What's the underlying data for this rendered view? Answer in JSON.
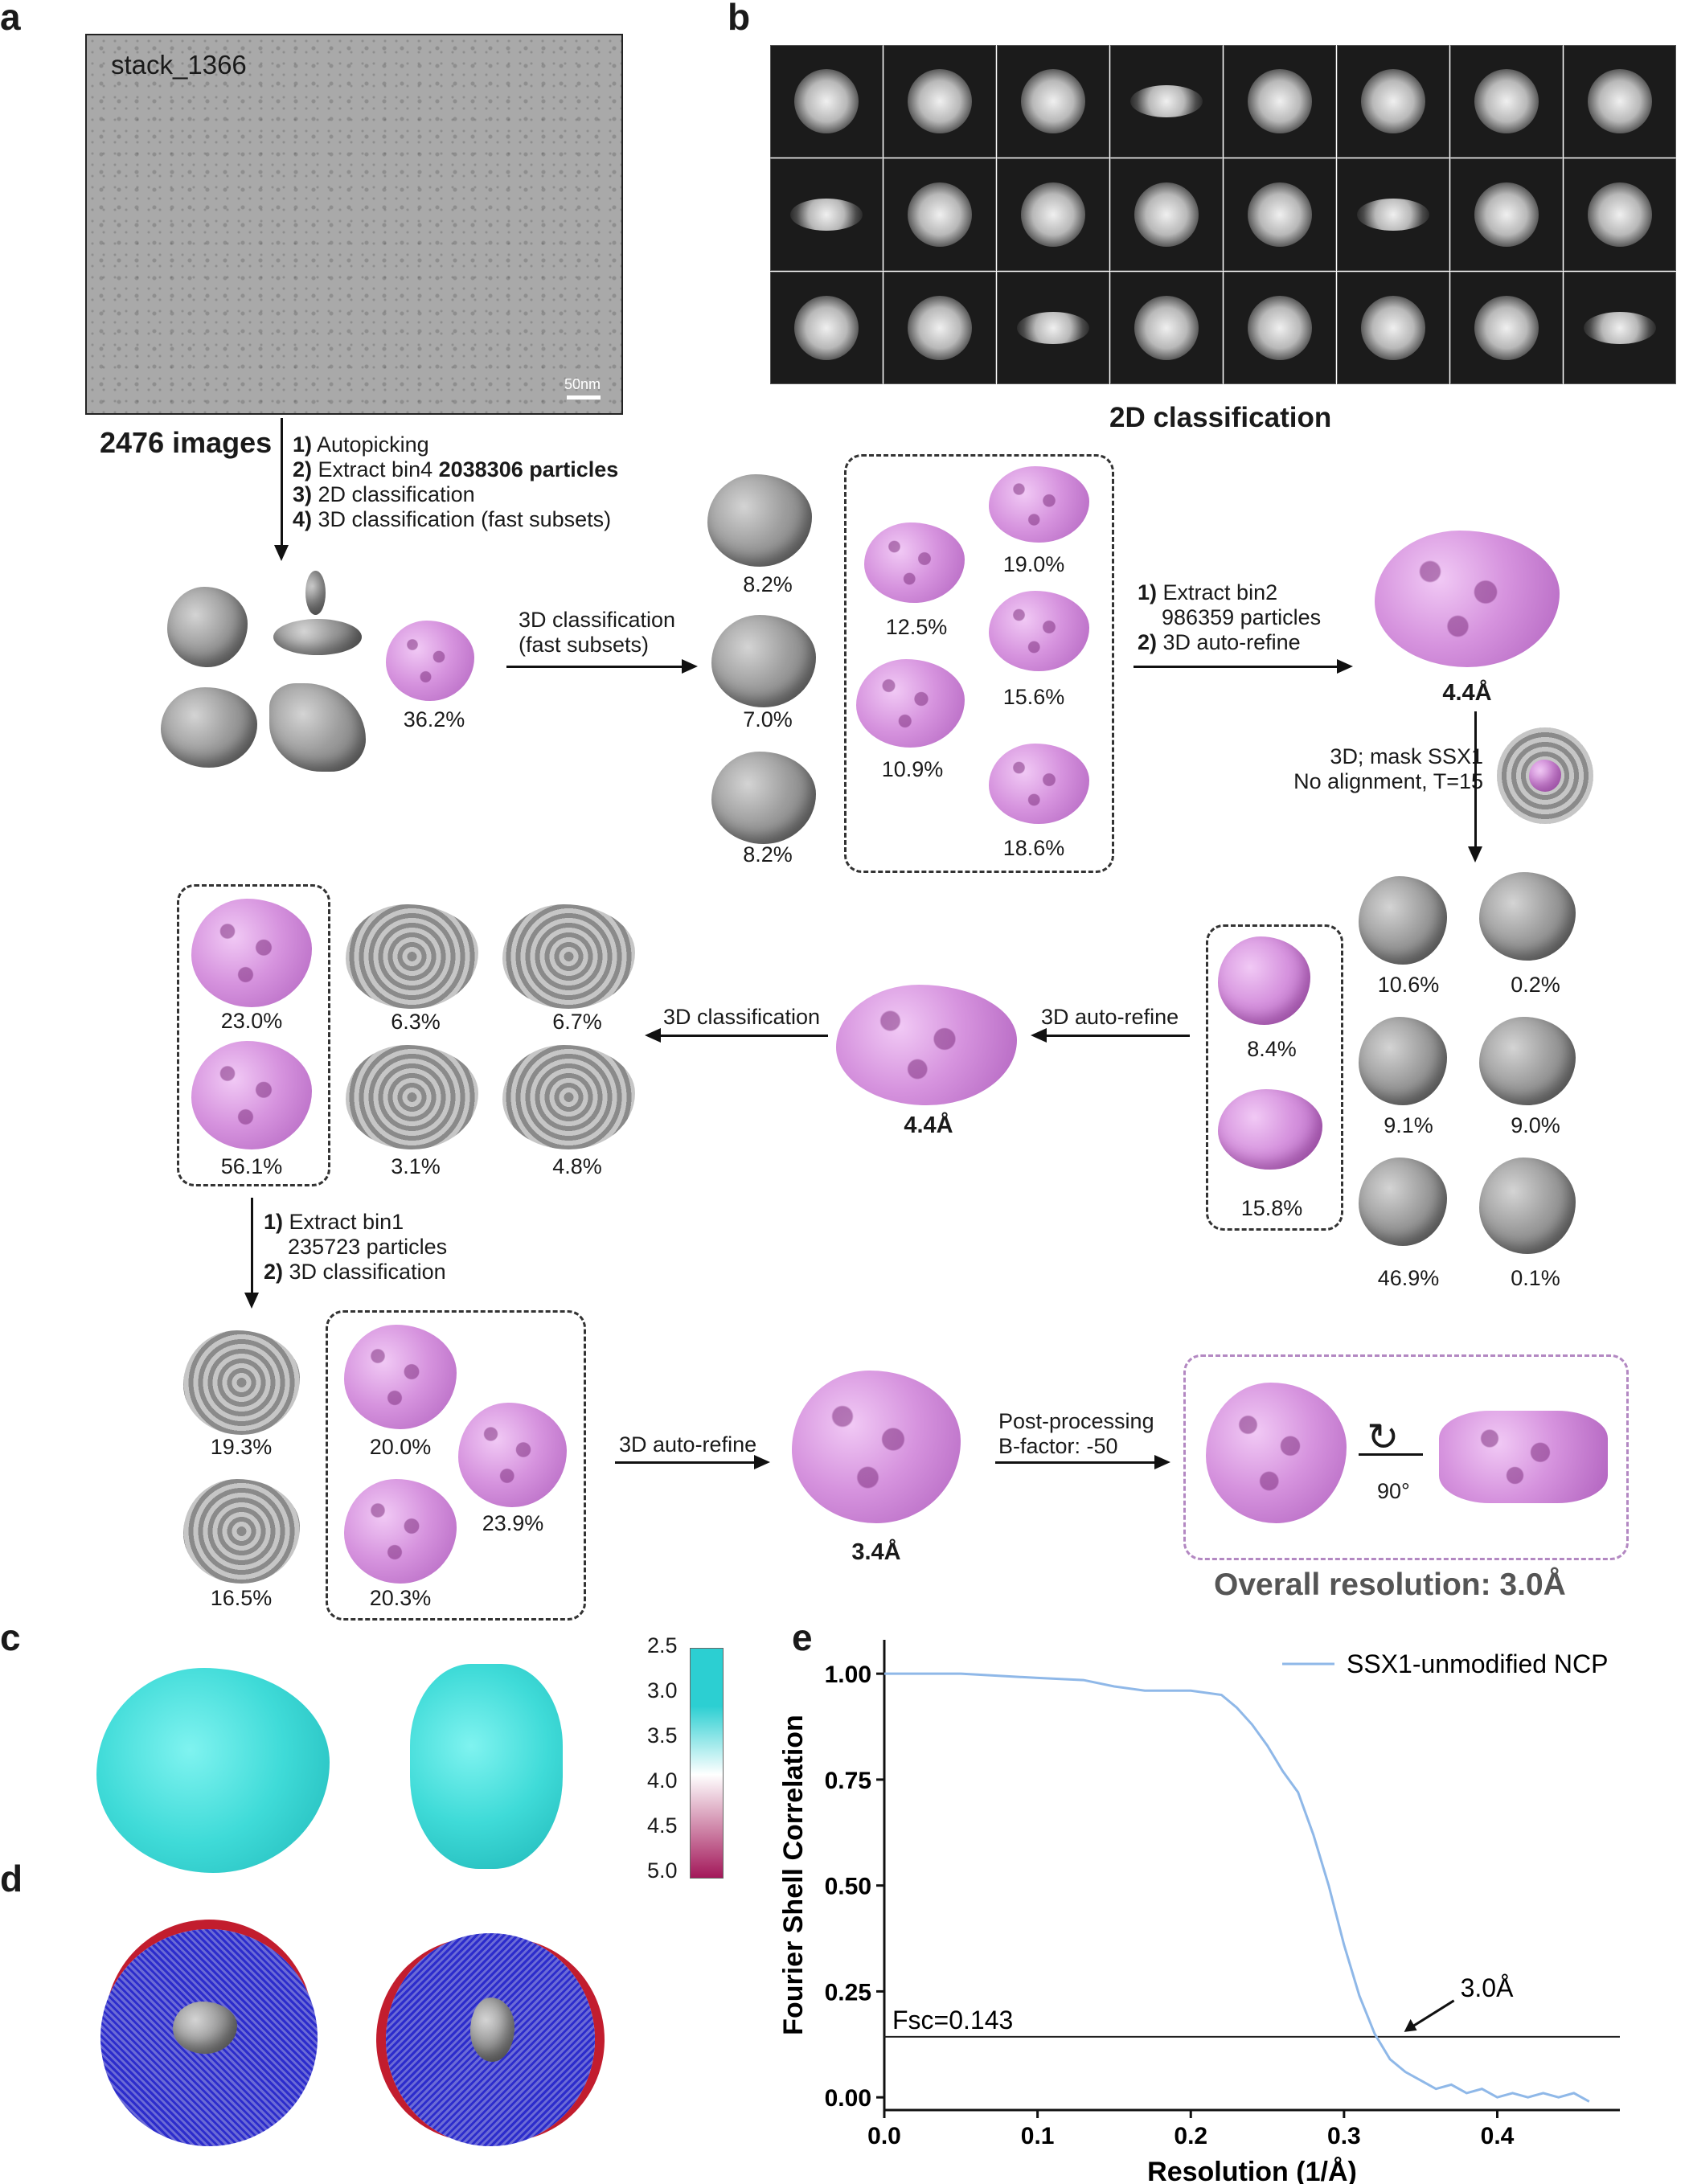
{
  "panels": {
    "a": "a",
    "b": "b",
    "c": "c",
    "d": "d",
    "e": "e"
  },
  "micrograph": {
    "label": "stack_1366",
    "scale_bar": "50nm"
  },
  "flow": {
    "images_count": "2476 images",
    "steps1": [
      {
        "num": "1)",
        "text": "Autopicking"
      },
      {
        "num": "2)",
        "text": "Extract bin4 ",
        "bold": "2038306 particles"
      },
      {
        "num": "3)",
        "text": "2D classification"
      },
      {
        "num": "4)",
        "text": "3D classification (fast subsets)"
      }
    ],
    "class2d_title": "2D classification",
    "initial_pct": "36.2%",
    "arrow1_label": [
      "3D classification",
      "(fast subsets)"
    ],
    "col_grey_pcts": [
      "8.2%",
      "7.0%",
      "8.2%"
    ],
    "box1_pcts": [
      "19.0%",
      "12.5%",
      "15.6%",
      "10.9%",
      "18.6%"
    ],
    "arrow2_label": {
      "num1": "1)",
      "l1": "Extract bin2",
      "l2": "986359 particles",
      "num2": "2)",
      "l3": "3D auto-refine"
    },
    "res_44_a": "4.4Å",
    "mask_label": [
      "3D; mask SSX1",
      "No alignment, T=15"
    ],
    "mask_pcts": [
      "10.6%",
      "0.2%",
      "9.1%",
      "9.0%",
      "46.9%",
      "0.1%"
    ],
    "mask_box_pcts": [
      "8.4%",
      "15.8%"
    ],
    "arrow3_label": "3D auto-refine",
    "res_44_b": "4.4Å",
    "arrow4_label": "3D classification",
    "box2_pcts": [
      "23.0%",
      "56.1%"
    ],
    "row2_pcts": [
      "6.3%",
      "6.7%",
      "3.1%",
      "4.8%"
    ],
    "step_bin1": {
      "num1": "1)",
      "l1": "Extract bin1",
      "l2": "235723 particles",
      "num2": "2)",
      "l3": "3D classification"
    },
    "final_grey_pcts": [
      "19.3%",
      "16.5%"
    ],
    "box3_pcts": [
      "20.0%",
      "23.9%",
      "20.3%"
    ],
    "arrow5_label": "3D auto-refine",
    "res_34": "3.4Å",
    "arrow6_label": [
      "Post-processing",
      "B-factor: -50"
    ],
    "rotation": "90°",
    "overall": "Overall resolution: 3.0Å"
  },
  "colorbar": {
    "ticks": [
      "2.5",
      "3.0",
      "3.5",
      "4.0",
      "4.5",
      "5.0"
    ],
    "top_color": "#2ccfd2",
    "mid_color": "#ffffff",
    "bottom_color": "#a3185a"
  },
  "colors": {
    "pink": "#d693de",
    "grey": "#9d9d9d",
    "fsc_line": "#8fb8e8"
  },
  "chart_data": {
    "type": "line",
    "xlabel": "Resolution (1/Å)",
    "ylabel": "Fourier Shell Correlation",
    "xlim": [
      0.0,
      0.48
    ],
    "ylim": [
      -0.03,
      1.08
    ],
    "xticks": [
      "0.0",
      "0.1",
      "0.2",
      "0.3",
      "0.4"
    ],
    "yticks": [
      "0.00",
      "0.25",
      "0.50",
      "0.75",
      "1.00"
    ],
    "legend_position": "top-right",
    "series": [
      {
        "name": "SSX1-unmodified NCP",
        "x": [
          0.0,
          0.05,
          0.1,
          0.13,
          0.15,
          0.17,
          0.2,
          0.22,
          0.23,
          0.24,
          0.25,
          0.26,
          0.27,
          0.28,
          0.29,
          0.3,
          0.31,
          0.32,
          0.33,
          0.34,
          0.35,
          0.36,
          0.37,
          0.38,
          0.39,
          0.4,
          0.41,
          0.42,
          0.43,
          0.44,
          0.45,
          0.46
        ],
        "y": [
          1.0,
          1.0,
          0.99,
          0.985,
          0.97,
          0.96,
          0.96,
          0.95,
          0.92,
          0.88,
          0.83,
          0.77,
          0.72,
          0.62,
          0.5,
          0.36,
          0.24,
          0.15,
          0.09,
          0.06,
          0.04,
          0.02,
          0.03,
          0.01,
          0.02,
          0.0,
          0.01,
          0.0,
          0.01,
          0.0,
          0.01,
          -0.01
        ]
      }
    ],
    "threshold": {
      "label": "Fsc=0.143",
      "y": 0.143
    },
    "annotation": {
      "label": "3.0Å",
      "x": 0.335,
      "y": 0.143
    }
  }
}
